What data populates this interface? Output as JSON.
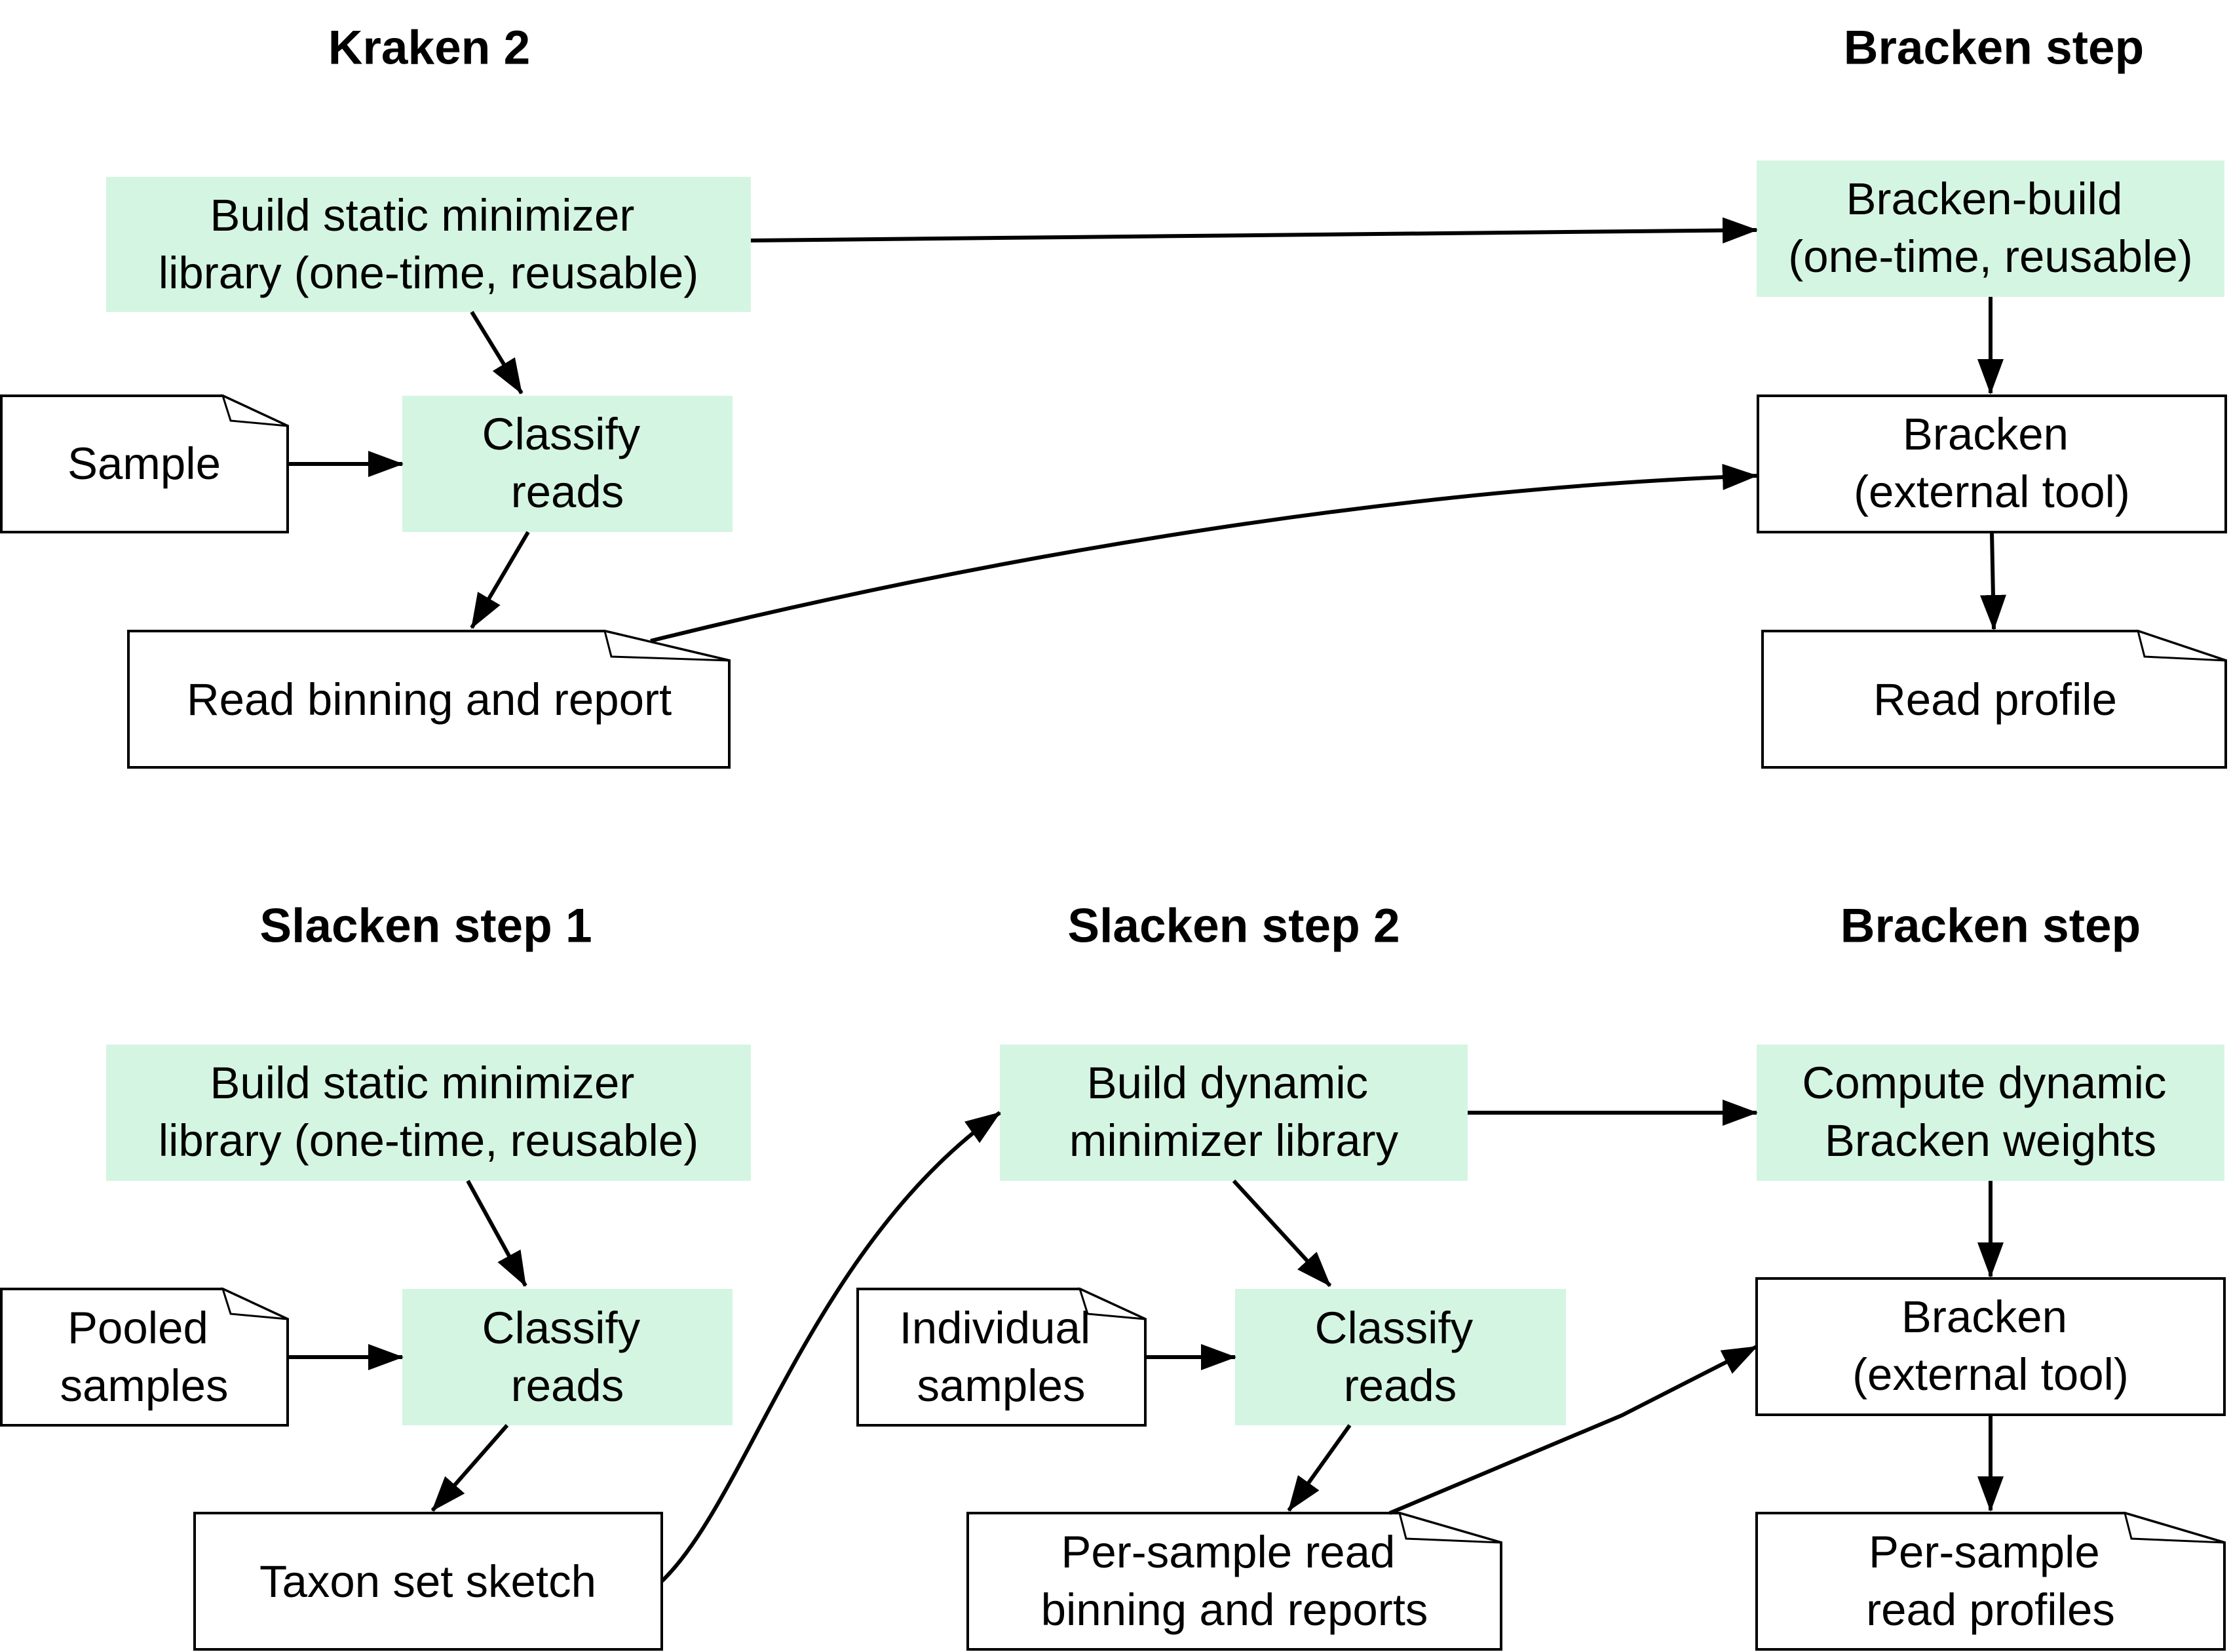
{
  "diagram": {
    "sections": {
      "kraken2": "Kraken 2",
      "bracken_top": "Bracken step",
      "slacken1": "Slacken step 1",
      "slacken2": "Slacken step 2",
      "bracken_bottom": "Bracken step"
    },
    "kraken2": {
      "build_static": [
        "Build static minimizer",
        "library (one-time, reusable)"
      ],
      "sample": [
        "Sample"
      ],
      "classify": [
        "Classify",
        "reads"
      ],
      "read_binning": [
        "Read binning and report"
      ]
    },
    "bracken_top": {
      "bracken_build": [
        "Bracken-build",
        "(one-time, reusable)"
      ],
      "bracken": [
        "Bracken",
        "(external tool)"
      ],
      "read_profile": [
        "Read profile"
      ]
    },
    "slacken1": {
      "build_static": [
        "Build static minimizer",
        "library (one-time, reusable)"
      ],
      "pooled_samples": [
        "Pooled",
        "samples"
      ],
      "classify": [
        "Classify",
        "reads"
      ],
      "taxon_sketch": [
        "Taxon set sketch"
      ]
    },
    "slacken2": {
      "build_dynamic": [
        "Build dynamic",
        "minimizer library"
      ],
      "individual_samples": [
        "Individual",
        "samples"
      ],
      "classify": [
        "Classify",
        "reads"
      ],
      "per_sample_binning": [
        "Per-sample read",
        "binning and reports"
      ]
    },
    "bracken_bottom": {
      "compute_weights": [
        "Compute dynamic",
        "Bracken weights"
      ],
      "bracken": [
        "Bracken",
        "(external tool)"
      ],
      "per_sample_profiles": [
        "Per-sample",
        "read profiles"
      ]
    }
  }
}
